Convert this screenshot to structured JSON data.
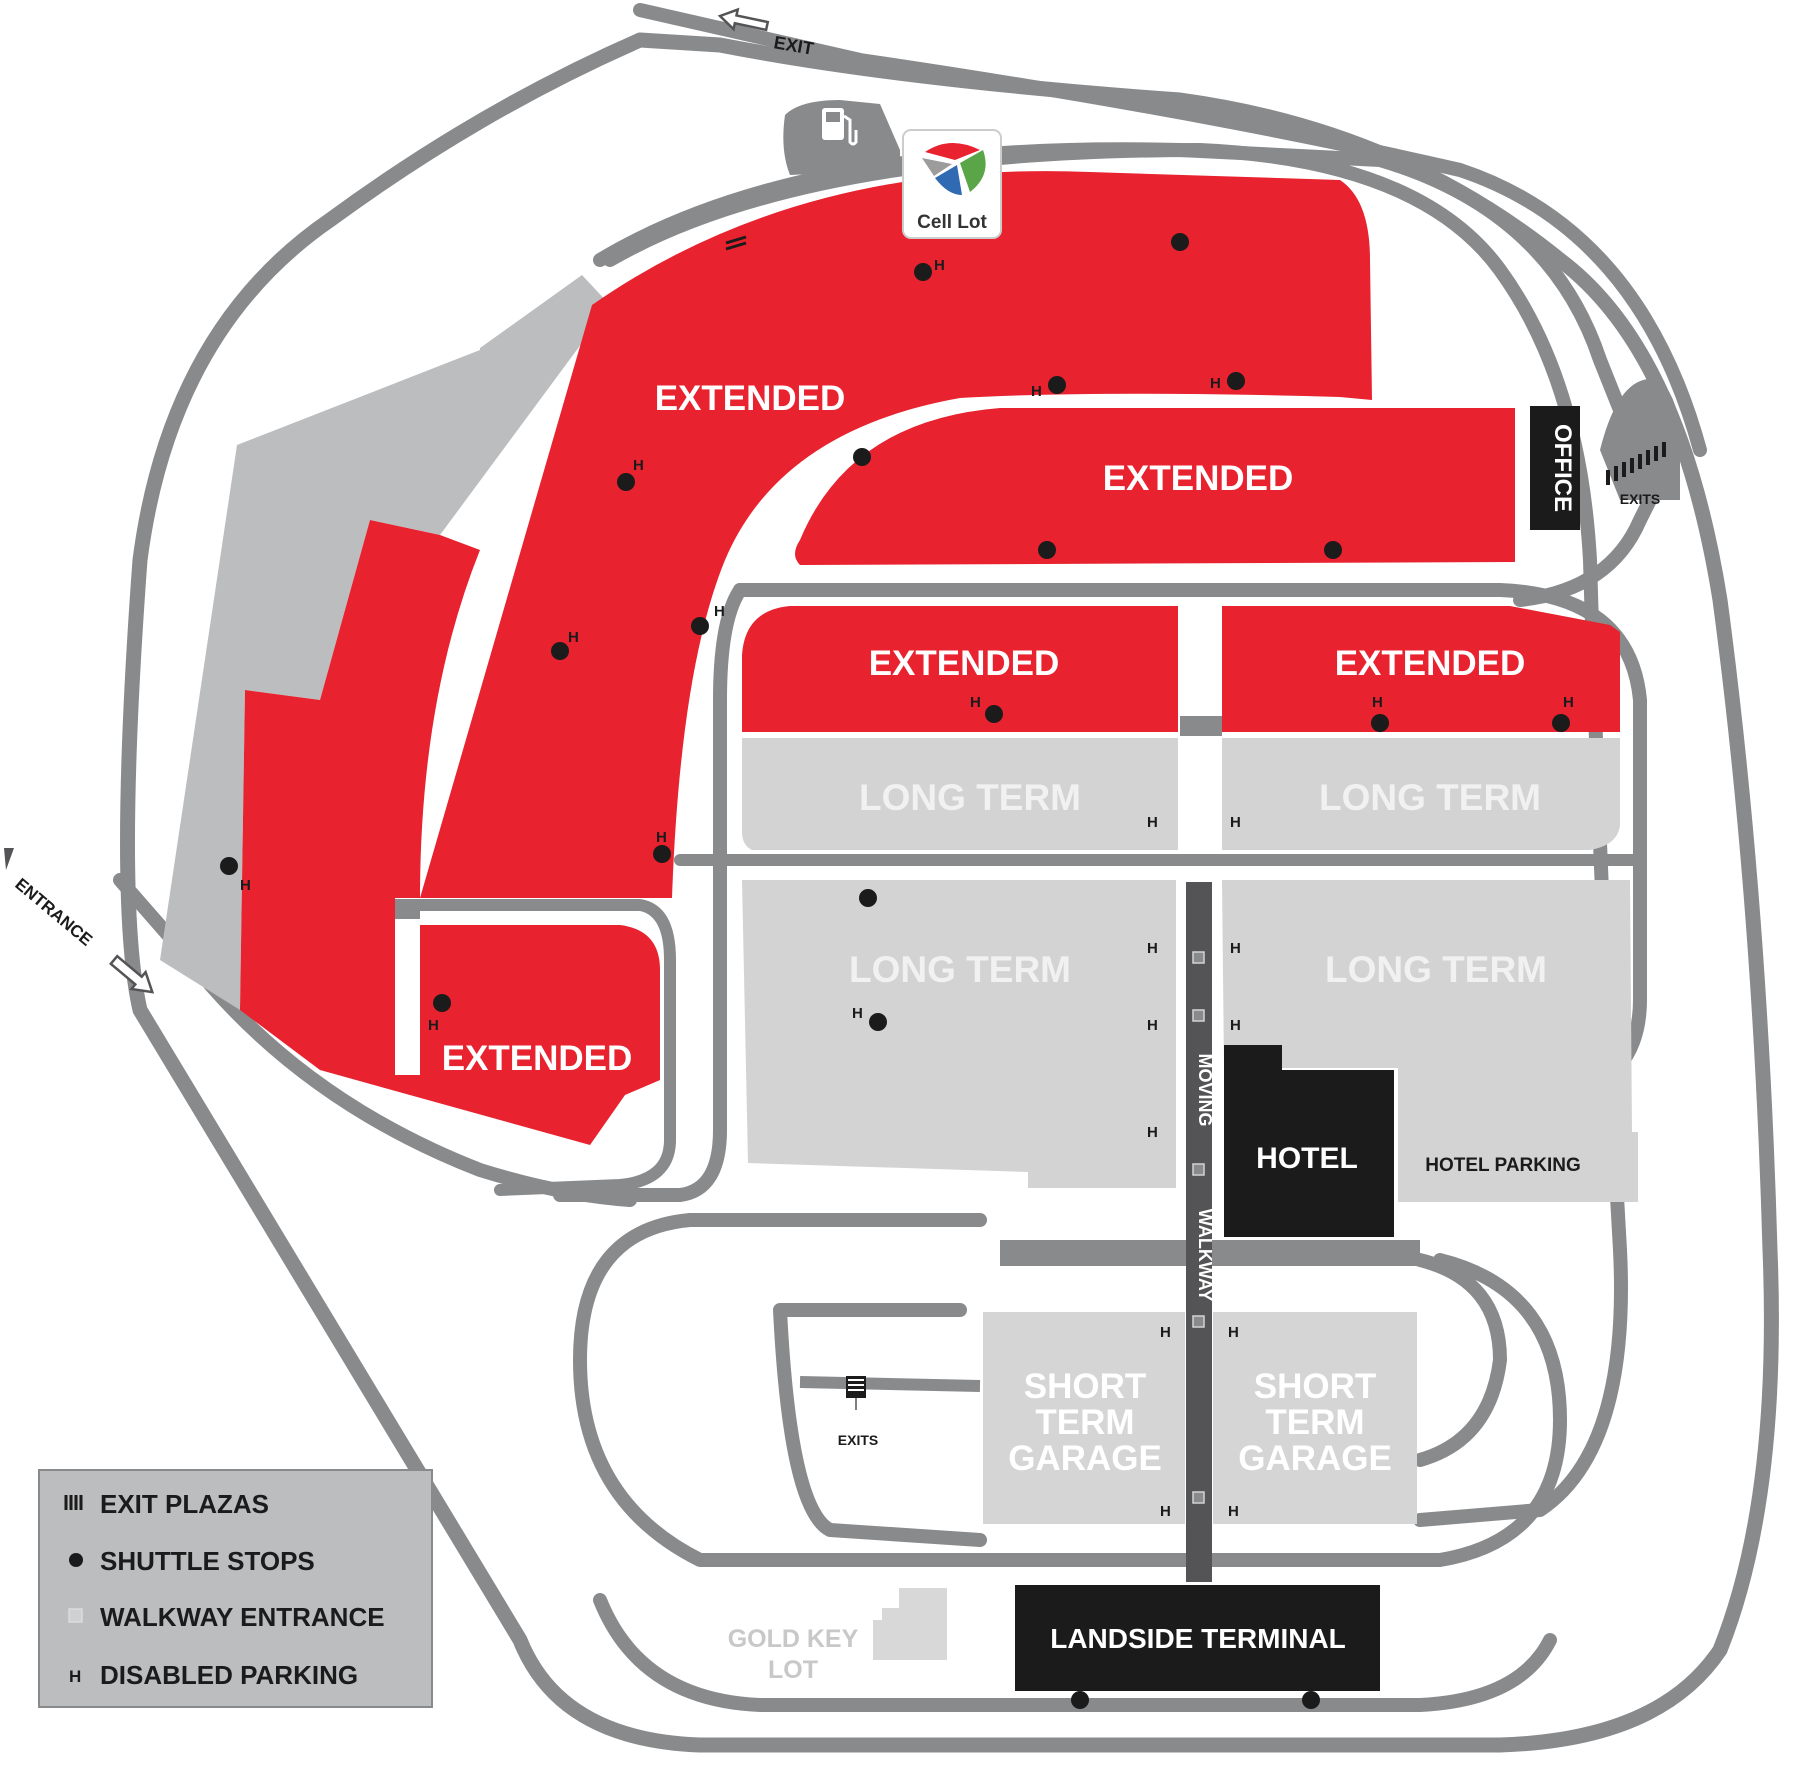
{
  "colors": {
    "extended": "#e8222f",
    "long_term": "#d3d3d4",
    "short_term": "#d5d5d6",
    "road": "#888a8c",
    "building": "#1b1b1b",
    "white": "#ffffff",
    "label_gray": "#f1f1f1",
    "legend_bg": "#bcbdbf"
  },
  "labels": {
    "exit_top": "EXIT",
    "entrance": "ENTRANCE",
    "cell_lot": "Cell Lot",
    "extended": "EXTENDED",
    "long_term": "LONG TERM",
    "office": "OFFICE",
    "exits": "EXITS",
    "moving": "MOVING",
    "walkway": "WALKWAY",
    "hotel": "HOTEL",
    "hotel_parking": "HOTEL PARKING",
    "short_term_line1": "SHORT",
    "short_term_line2": "TERM",
    "short_term_line3": "GARAGE",
    "landside_terminal": "LANDSIDE TERMINAL",
    "gold_key_line1": "GOLD KEY",
    "gold_key_line2": "LOT",
    "disabled": "H"
  },
  "legend": {
    "items": [
      {
        "icon": "exit-plaza-icon",
        "label": "EXIT PLAZAS"
      },
      {
        "icon": "shuttle-stop-icon",
        "label": "SHUTTLE STOPS"
      },
      {
        "icon": "walkway-entrance-icon",
        "label": "WALKWAY ENTRANCE"
      },
      {
        "icon": "disabled-parking-icon",
        "symbol": "H",
        "label": "DISABLED PARKING"
      }
    ]
  },
  "icons": [
    "gas-station-icon",
    "cell-lot-logo-icon",
    "exit-arrow-icon",
    "entrance-arrow-icon",
    "exit-plaza-icon",
    "shuttle-stop-icon",
    "walkway-entrance-icon"
  ]
}
